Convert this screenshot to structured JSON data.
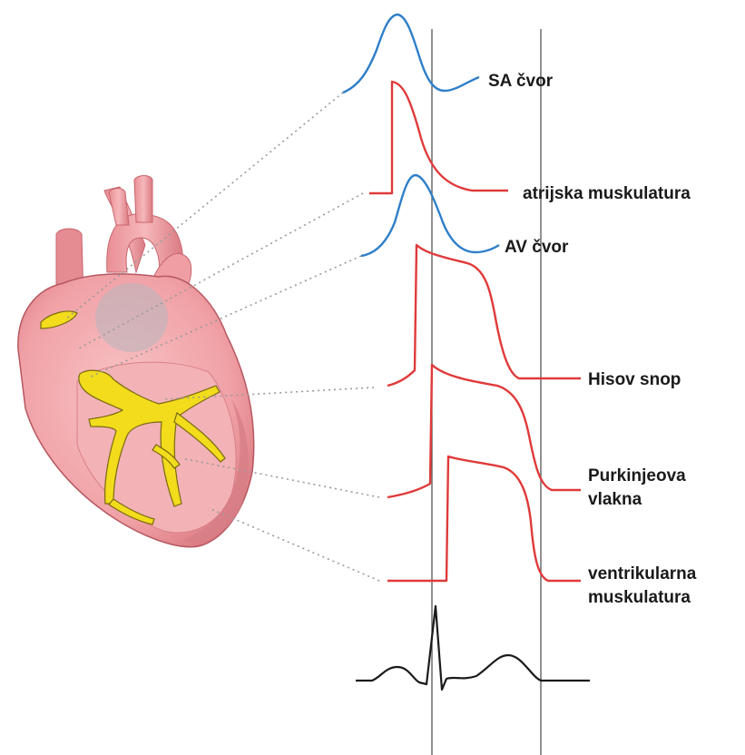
{
  "labels": {
    "sa_node": "SA čvor",
    "atrial_muscle": "atrijska muskulatura",
    "av_node": "AV čvor",
    "his_bundle": "Hisov snop",
    "purkinje_line1": "Purkinjeova",
    "purkinje_line2": "vlakna",
    "ventricular_line1": "ventrikularna",
    "ventricular_line2": "muskulatura"
  },
  "colors": {
    "pacemaker_wave": "#2f7fc8",
    "action_potential": "#e03a3a",
    "ecg": "#1a1a1a",
    "conduction_system": "#f2dc1c",
    "heart": "#f2a6aa"
  }
}
